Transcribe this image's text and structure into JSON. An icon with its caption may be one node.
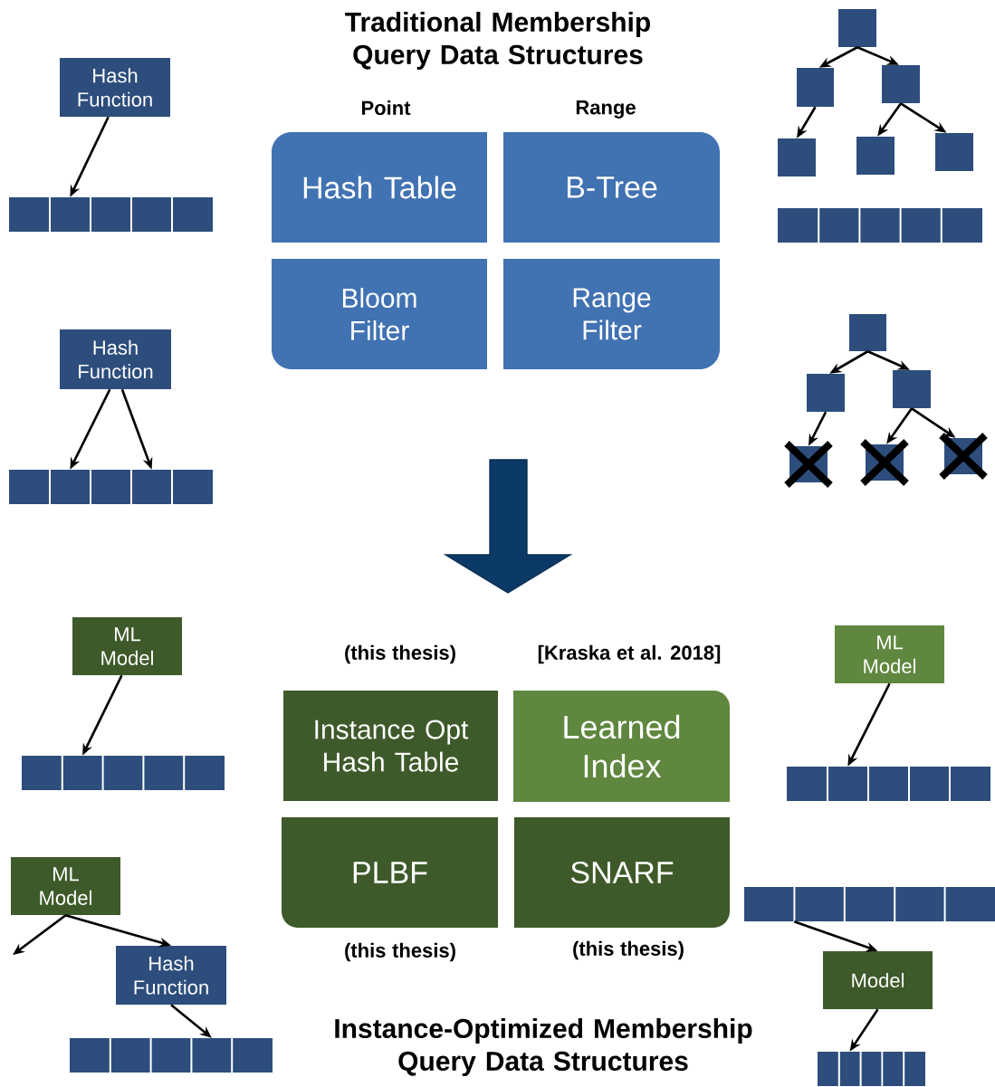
{
  "diagram": {
    "title": "Traditional Membership Query Data Structures",
    "caption": "Instance-Optimized Membership Query Data Structures",
    "nodes": [
      {
        "text": [
          "Hash Function"
        ]
      },
      {
        "text": [],
        "shape": "bar"
      },
      {
        "text": [
          "Hash Function"
        ]
      },
      {
        "text": [],
        "shape": "bar"
      },
      {
        "text": [
          "Hash Table"
        ]
      },
      {
        "text": [
          "B-Tree"
        ]
      },
      {
        "text": [
          "Bloom Filter"
        ]
      },
      {
        "text": [
          "Range Filter"
        ]
      },
      {
        "text": [],
        "shape": "box"
      },
      {
        "text": [],
        "shape": "box"
      },
      {
        "text": [],
        "shape": "box"
      },
      {
        "text": [],
        "shape": "box"
      },
      {
        "text": [],
        "shape": "box"
      },
      {
        "text": [],
        "shape": "box"
      },
      {
        "text": [],
        "shape": "bar"
      },
      {
        "text": [],
        "shape": "box"
      },
      {
        "text": [],
        "shape": "box"
      },
      {
        "text": [],
        "shape": "box"
      },
      {
        "text": [],
        "shape": "box"
      },
      {
        "text": [],
        "shape": "box"
      },
      {
        "text": [],
        "shape": "box"
      },
      {
        "text": [
          "ML Model"
        ]
      },
      {
        "text": [],
        "shape": "bar"
      },
      {
        "text": [
          "Instance Opt Hash Table"
        ],
        "beside": [
          "(this thesis)"
        ]
      },
      {
        "text": [
          "Learned Index"
        ],
        "beside": [
          "[Kraska et al. 2018]"
        ]
      },
      {
        "text": [
          "PLBF"
        ],
        "beside": [
          "(this thesis)"
        ]
      },
      {
        "text": [
          "SNARF"
        ],
        "beside": [
          "(this thesis)"
        ]
      },
      {
        "text": [
          "ML Model"
        ]
      },
      {
        "text": [],
        "shape": "bar"
      },
      {
        "text": [
          "ML Model"
        ]
      },
      {
        "text": [
          "Hash Function"
        ]
      },
      {
        "text": [],
        "shape": "bar"
      },
      {
        "text": [],
        "shape": "bar"
      },
      {
        "text": [
          "Model"
        ]
      },
      {
        "text": [],
        "shape": "bar"
      }
    ],
    "edges": [
      {
        "from": 0,
        "to": 1,
        "arrow": "to"
      },
      {
        "from": 2,
        "to": 3,
        "arrow": "to"
      },
      {
        "from": 2,
        "to": 3,
        "arrow": "to"
      },
      {
        "from": 8,
        "to": 9,
        "arrow": "to"
      },
      {
        "from": 8,
        "to": 10,
        "arrow": "to"
      },
      {
        "from": 9,
        "to": 11,
        "arrow": "to"
      },
      {
        "from": 10,
        "to": 12,
        "arrow": "to"
      },
      {
        "from": 10,
        "to": 13,
        "arrow": "to"
      },
      {
        "from": 15,
        "to": 16,
        "arrow": "to"
      },
      {
        "from": 15,
        "to": 17,
        "arrow": "to"
      },
      {
        "from": 16,
        "to": 18,
        "arrow": "to"
      },
      {
        "from": 17,
        "to": 19,
        "arrow": "to"
      },
      {
        "from": 17,
        "to": 20,
        "arrow": "to"
      },
      {
        "from": 21,
        "to": 22,
        "arrow": "to"
      },
      {
        "from": 27,
        "to": 28,
        "arrow": "to"
      },
      {
        "from": 29,
        "to": null,
        "arrow": "to"
      },
      {
        "from": 29,
        "to": 30,
        "arrow": "to"
      },
      {
        "from": 30,
        "to": 31,
        "arrow": "to"
      },
      {
        "from": 32,
        "to": 33,
        "arrow": "to"
      },
      {
        "from": 33,
        "to": 34,
        "arrow": "to"
      }
    ],
    "labels": [
      "Point",
      "Range"
    ]
  }
}
